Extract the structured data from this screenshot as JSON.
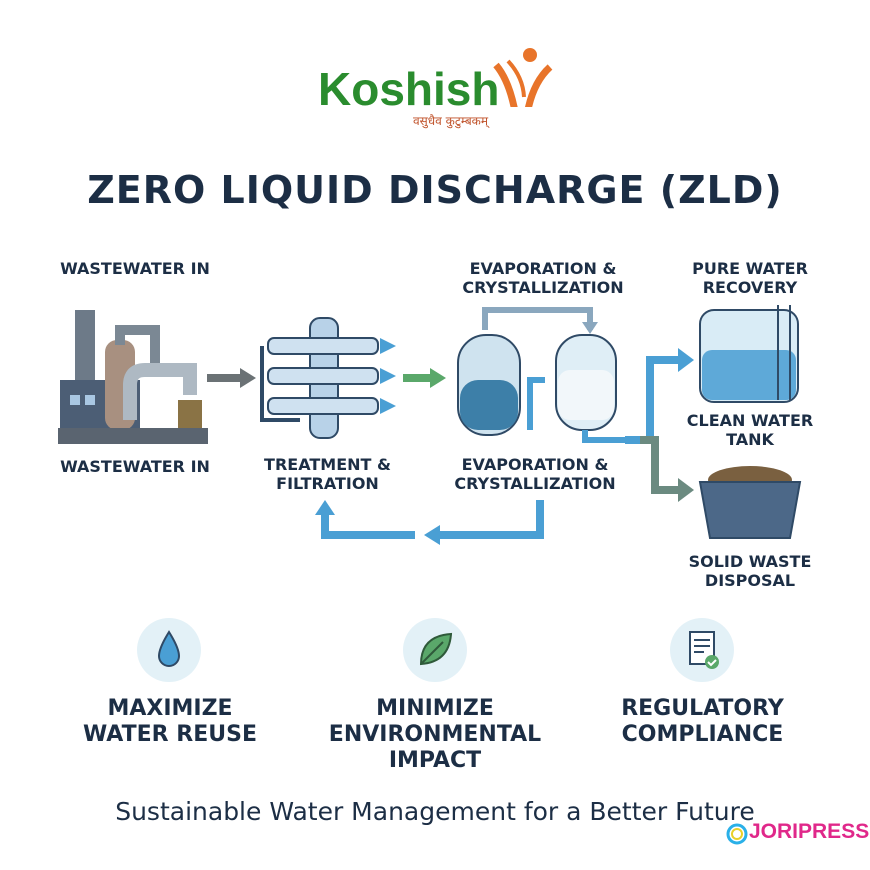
{
  "logo": {
    "brand": "Koshish",
    "tagline": "वसुधैव कुटुम्बकम्",
    "brand_color": "#2a8c2e",
    "accent_color": "#e8742a"
  },
  "title": "ZERO LIQUID DISCHARGE (ZLD)",
  "stages": {
    "wastewater_top": "WASTEWATER IN",
    "wastewater_bottom": "WASTEWATER IN",
    "treatment": "TREATMENT & FILTRATION",
    "evap_top": "EVAPORATION & CRYSTALLIZATION",
    "evap_bottom": "EVAPORATION & CRYSTALLIZATION",
    "pure_water": "PURE WATER RECOVERY",
    "clean_tank": "CLEAN WATER TANK",
    "solid_waste": "SOLID WASTE DISPOSAL"
  },
  "benefits": [
    {
      "icon": "water-drop-icon",
      "label": "MAXIMIZE WATER REUSE"
    },
    {
      "icon": "leaf-icon",
      "label": "MINIMIZE ENVIRONMENTAL IMPACT"
    },
    {
      "icon": "compliance-document-icon",
      "label": "REGULATORY COMPLIANCE"
    }
  ],
  "footer": "Sustainable Water Management for a Better Future",
  "watermark": "JORIPRESS",
  "colors": {
    "text": "#1c2e45",
    "pipe": "#4a9fd4",
    "arrow_gray": "#6b7275",
    "arrow_green": "#5aa86a"
  }
}
